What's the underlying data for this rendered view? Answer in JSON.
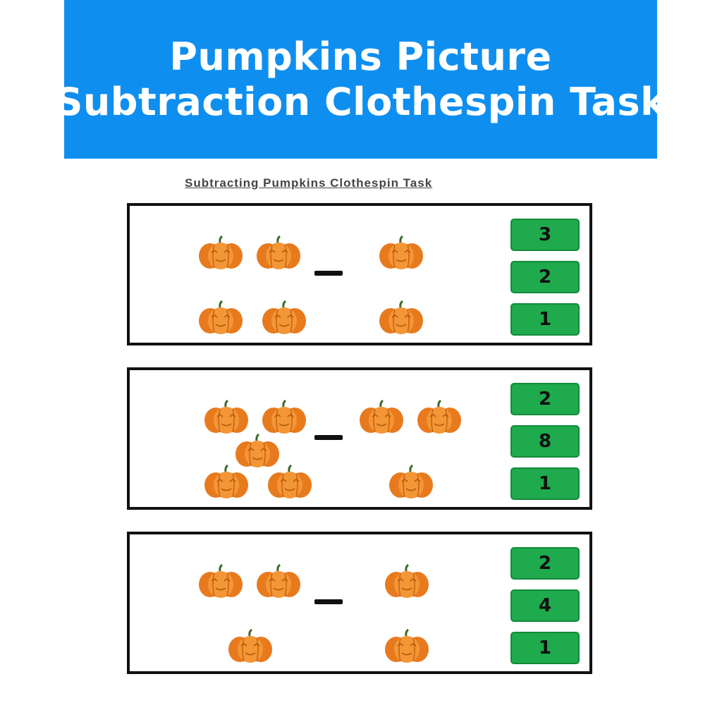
{
  "banner": {
    "line1": "Pumpkins Picture",
    "line2": "Subtraction Clothespin Task"
  },
  "sheet": {
    "title": "Subtracting Pumpkins Clothespin Task"
  },
  "colors": {
    "banner": "#0e8ff0",
    "pumpkin": "#f08a2a",
    "answer_tile": "#1eaa4d"
  },
  "problems": [
    {
      "minuend_count": 4,
      "subtrahend_count": 2,
      "operator": "minus",
      "answers": [
        "3",
        "2",
        "1"
      ]
    },
    {
      "minuend_count": 5,
      "subtrahend_count": 3,
      "operator": "minus",
      "answers": [
        "2",
        "8",
        "1"
      ]
    },
    {
      "minuend_count": 3,
      "subtrahend_count": 2,
      "operator": "minus",
      "answers": [
        "2",
        "4",
        "1"
      ]
    }
  ]
}
